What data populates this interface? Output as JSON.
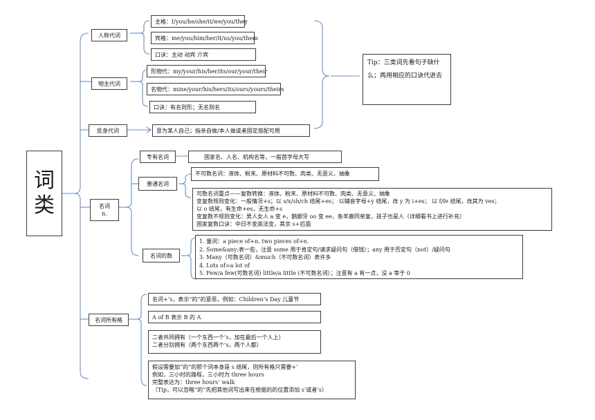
{
  "title": "词类",
  "categories": {
    "personal": "人称代词",
    "possessive": "物主代词",
    "reflexive": "反身代词",
    "noun": "名词",
    "noun_sub": "n.",
    "noun_possessive": "名词所有格"
  },
  "personal": {
    "subject": "主格：I/you/he/she/it/we/you/they",
    "object": "宾格：me/you/him/her/it/us/you/them",
    "rhyme": "口诀：主动     动宾        介宾"
  },
  "possessive": {
    "adjective": "形物代：my/your/his/her/its/our/your/their",
    "noun": "名物代：mine/your/his/hers/its/ours/yours/theirs",
    "rhyme": "口诀：有名则形；无名则名"
  },
  "reflexive": {
    "desc": "意为某人自己；指亲自做/本人做或者固定搭配可用"
  },
  "tip": "Tip：三类词先看句子缺什么；再用相应的口诀代进去",
  "noun": {
    "proper_label": "专有名词",
    "proper_desc": "国家名、人名、机构名等，一般首字母大写",
    "common_label": "普通名词",
    "uncountable": "不可数名词：液体、粉末、原材料不可数、肉类、无意义、抽象",
    "countable_lines": [
      "可数名词重点——复数转换：液体、粉末、原材料不可数、肉类、无意义、抽象",
      "变复数规则变化：一般情况+s；以 s/x/sh/ch 结尾+es；   以辅音字母+y 结尾，改 y 为 i+es；   以 f/fe 结尾，改其为 ves；",
      "以 o 结尾，有生命+es，无生命+s",
      "变复数不规则变化：男人女人 a 变 e，鹅脚牙 oo 变 ee，鱼羊鹿同单复，孩子也是人（详细看书上进行补充）",
      "国家复数口诀：中日不变英法变，其余 s+后面"
    ],
    "quantity_label": "名词的数",
    "quantity_lines": [
      "1. 量词：a piece of+n.                two pieces of+n.",
      "2. Some&any:表一些，注意 some 用于肯定句/请求疑问句（借钱）；any 用于否定句（not）/疑问句",
      "3. Many（可数名词）&much（不可数名词）表许多",
      "4. Lots of=a lot of",
      "5. Few/a few(可数名词)       little/a little (不可数名词）；注意有 a 有一点，没 a 等于 0"
    ]
  },
  "noun_possessive": {
    "rule1": "名词+’s，表示“的”的意思，例如：Children’s Day 儿童节",
    "rule2": "A of    B 表示 B 的 A",
    "rule3_lines": [
      "二者共同拥有（一个东西一个’s，加在最后一个人上）",
      "二者分别拥有（两个东西两个’s，两个人都）"
    ],
    "rule4_lines": [
      "假设需要加“的”的那个词本身是 s 结尾，则所有格只需要+’",
      "例如，三小时的路程，三小时为 three hours",
      "完整表达为：three hours’      walk",
      "（Tip，可以忽略“的”先把其他词写出来在根据的的位置添加 s’或者’s）"
    ]
  },
  "colors": {
    "bracket": "#6c8ebf",
    "border": "#3a3a3a",
    "text": "#1a1a1a"
  }
}
